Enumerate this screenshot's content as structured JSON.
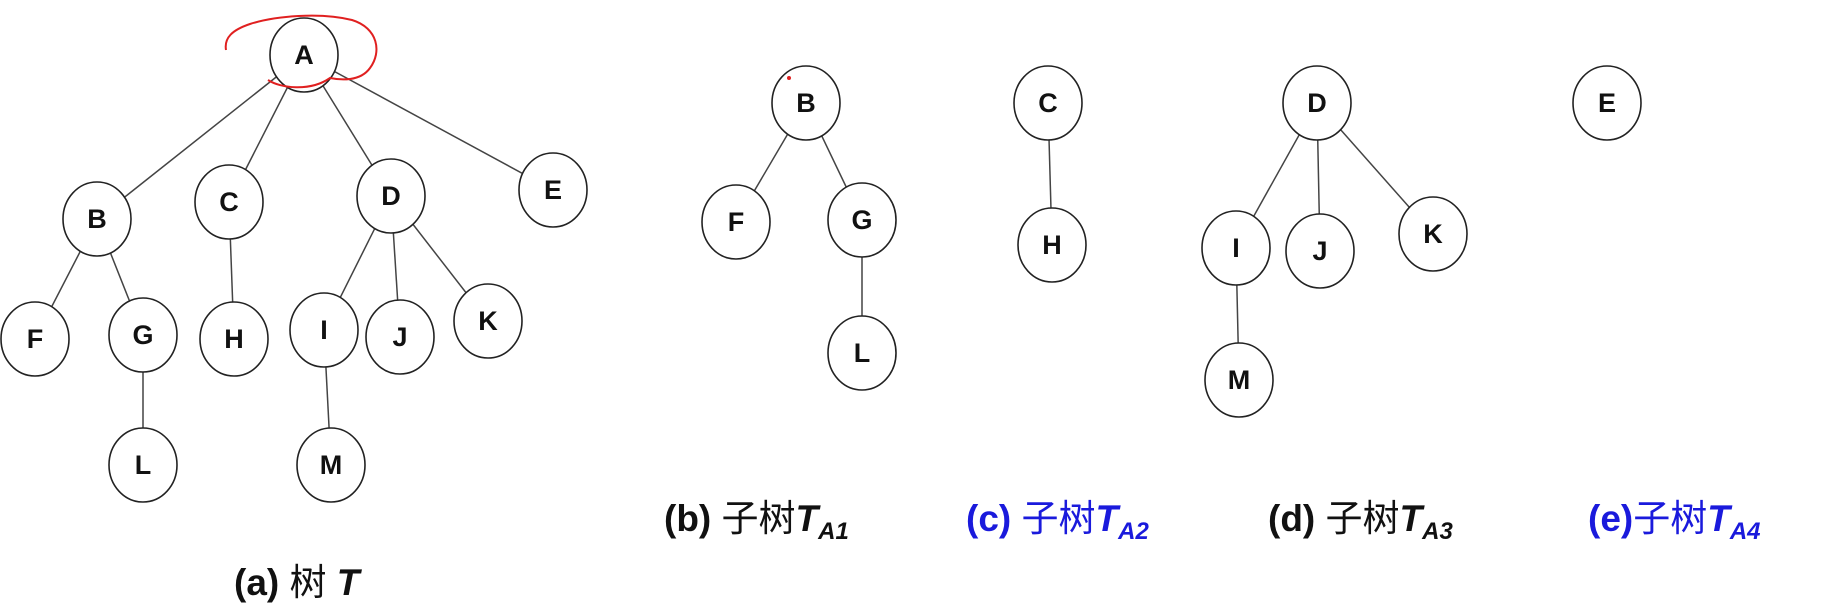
{
  "trees": [
    {
      "id": "a",
      "nodes": [
        "A",
        "B",
        "C",
        "D",
        "E",
        "F",
        "G",
        "H",
        "I",
        "J",
        "K",
        "L",
        "M"
      ],
      "edges": [
        [
          "A",
          "B"
        ],
        [
          "A",
          "C"
        ],
        [
          "A",
          "D"
        ],
        [
          "A",
          "E"
        ],
        [
          "B",
          "F"
        ],
        [
          "B",
          "G"
        ],
        [
          "G",
          "L"
        ],
        [
          "C",
          "H"
        ],
        [
          "D",
          "I"
        ],
        [
          "D",
          "J"
        ],
        [
          "D",
          "K"
        ],
        [
          "I",
          "M"
        ]
      ]
    },
    {
      "id": "b",
      "nodes": [
        "B",
        "F",
        "G",
        "L"
      ],
      "edges": [
        [
          "B",
          "F"
        ],
        [
          "B",
          "G"
        ],
        [
          "G",
          "L"
        ]
      ]
    },
    {
      "id": "c",
      "nodes": [
        "C",
        "H"
      ],
      "edges": [
        [
          "C",
          "H"
        ]
      ]
    },
    {
      "id": "d",
      "nodes": [
        "D",
        "I",
        "J",
        "K",
        "M"
      ],
      "edges": [
        [
          "D",
          "I"
        ],
        [
          "D",
          "J"
        ],
        [
          "D",
          "K"
        ],
        [
          "I",
          "M"
        ]
      ]
    },
    {
      "id": "e",
      "nodes": [
        "E"
      ],
      "edges": []
    }
  ],
  "captions": {
    "a": {
      "tag": "(a)",
      "text": "树",
      "t": "T",
      "sub": ""
    },
    "b": {
      "tag": "(b)",
      "text": "子树",
      "t": "T",
      "sub": "A1"
    },
    "c": {
      "tag": "(c)",
      "text": "子树",
      "t": "T",
      "sub": "A2"
    },
    "d": {
      "tag": "(d)",
      "text": "子树",
      "t": "T",
      "sub": "A3"
    },
    "e": {
      "tag": "(e)",
      "text": "子树",
      "t": "T",
      "sub": "A4"
    }
  },
  "colors": {
    "blue": "#1a1adc",
    "annotation": "#e02020"
  }
}
